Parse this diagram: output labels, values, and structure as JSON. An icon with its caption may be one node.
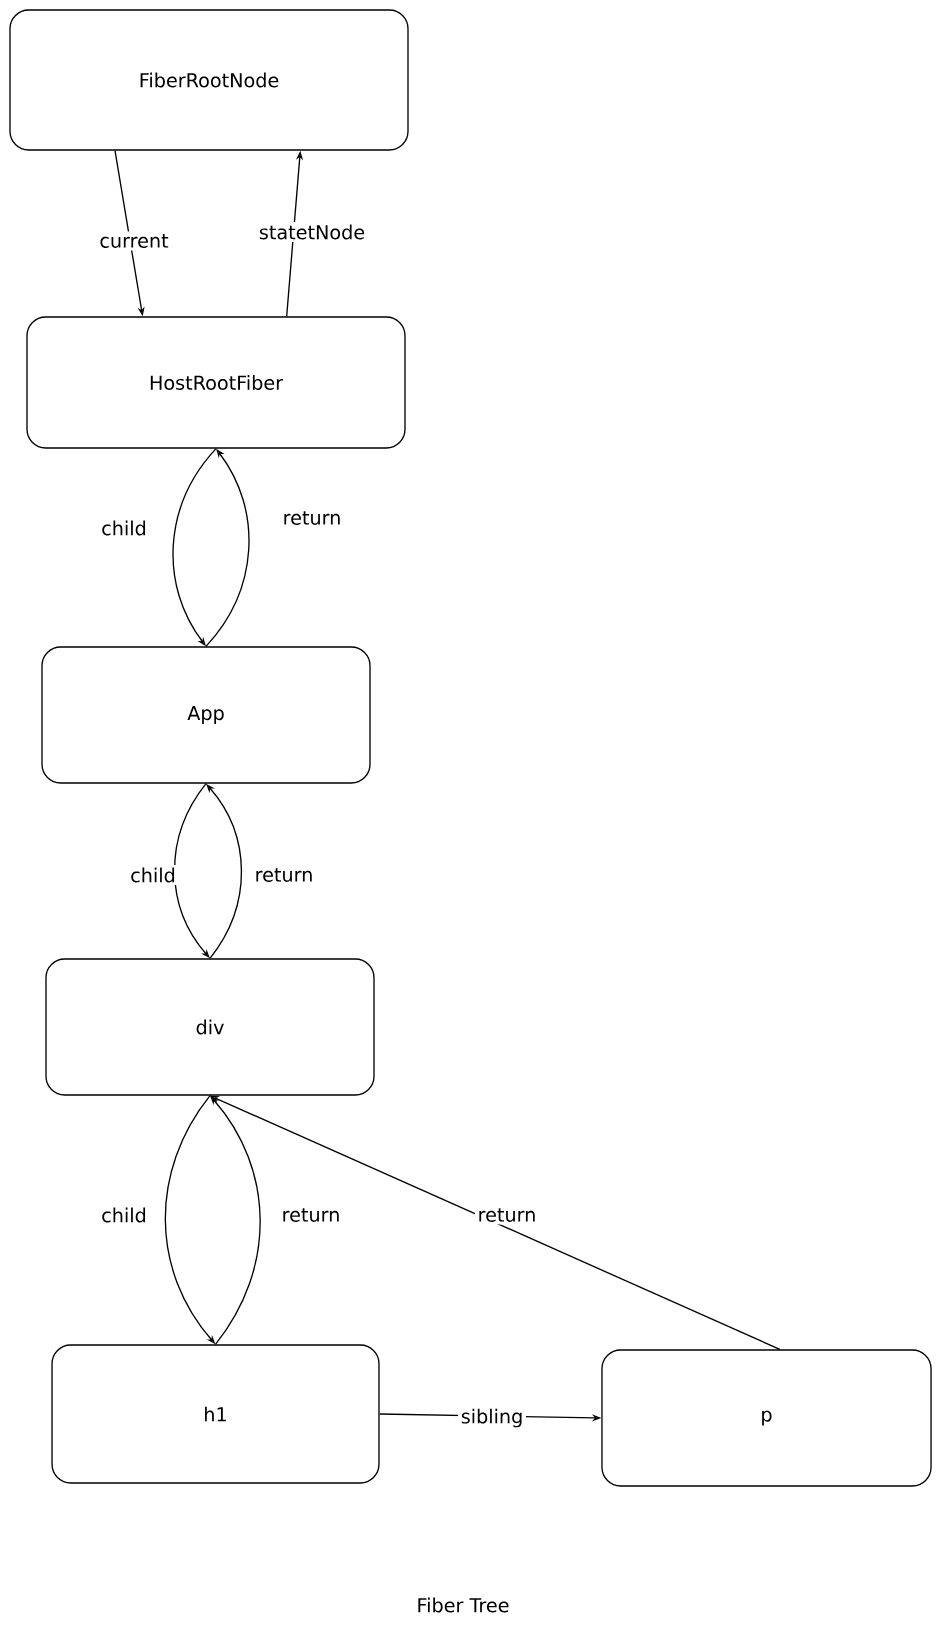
{
  "diagram": {
    "title": "Fiber Tree",
    "nodes": [
      {
        "text": [
          "FiberRootNode"
        ]
      },
      {
        "text": [
          "HostRootFiber"
        ]
      },
      {
        "text": [
          "App"
        ]
      },
      {
        "text": [
          "div"
        ]
      },
      {
        "text": [
          "h1"
        ]
      },
      {
        "text": [
          "p"
        ]
      }
    ],
    "edges": [
      {
        "from": 0,
        "to": 1,
        "arrow": "to",
        "label": "current"
      },
      {
        "from": 1,
        "to": 0,
        "arrow": "to",
        "label": "statetNode"
      },
      {
        "from": 1,
        "to": 2,
        "arrow": "to",
        "label": "child"
      },
      {
        "from": 2,
        "to": 1,
        "arrow": "to",
        "label": "return"
      },
      {
        "from": 2,
        "to": 3,
        "arrow": "to",
        "label": "child"
      },
      {
        "from": 3,
        "to": 2,
        "arrow": "to",
        "label": "return"
      },
      {
        "from": 3,
        "to": 4,
        "arrow": "to",
        "label": "child"
      },
      {
        "from": 4,
        "to": 3,
        "arrow": "to",
        "label": "return"
      },
      {
        "from": 5,
        "to": 3,
        "arrow": "to",
        "label": "return"
      },
      {
        "from": 4,
        "to": 5,
        "arrow": "to",
        "label": "sibling"
      }
    ]
  }
}
